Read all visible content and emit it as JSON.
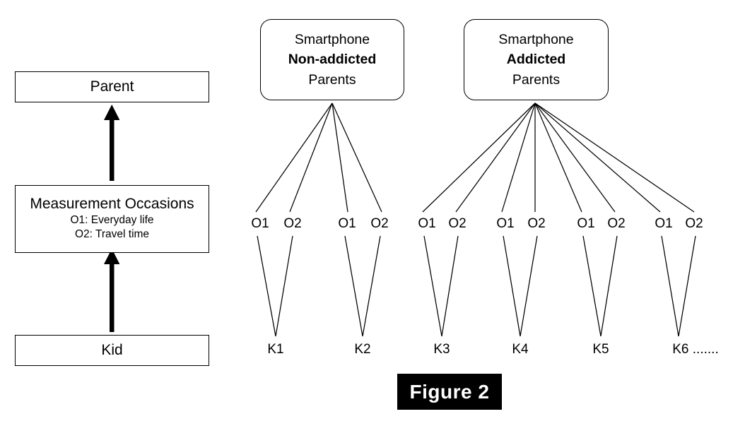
{
  "figure": {
    "caption": "Figure 2"
  },
  "left_panel": {
    "levels": [
      {
        "title": "Parent",
        "sublines": []
      },
      {
        "title": "Measurement Occasions",
        "sublines": [
          "O1: Everyday life",
          "O2: Travel time"
        ]
      },
      {
        "title": "Kid",
        "sublines": []
      }
    ],
    "arrow_up_1": "arrow-up",
    "arrow_up_2": "arrow-up"
  },
  "right_panel": {
    "groups": [
      {
        "line1": "Smartphone",
        "line2": "Non-addicted",
        "line3": "Parents",
        "kids": [
          "K1",
          "K2"
        ]
      },
      {
        "line1": "Smartphone",
        "line2": "Addicted",
        "line3": "Parents",
        "kids": [
          "K3",
          "K4",
          "K5",
          "K6 ......."
        ]
      }
    ],
    "occasion_labels": [
      "O1",
      "O2"
    ],
    "occasions_row": [
      "O1",
      "O2",
      "O1",
      "O2",
      "O1",
      "O2",
      "O1",
      "O2",
      "O1",
      "O2",
      "O1",
      "O2"
    ],
    "kid_row": [
      "K1",
      "K2",
      "K3",
      "K4",
      "K5",
      "K6 ......."
    ]
  },
  "colors": {
    "stroke": "#000000",
    "background": "#ffffff",
    "caption_bg": "#000000",
    "caption_fg": "#ffffff"
  }
}
